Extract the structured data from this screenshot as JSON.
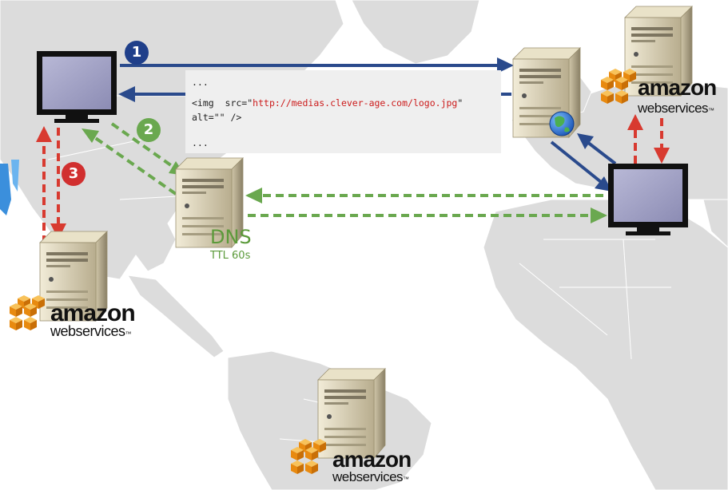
{
  "diagram": {
    "steps": [
      {
        "label": "1",
        "color": "#1f3f8a"
      },
      {
        "label": "2",
        "color": "#6aa84f"
      },
      {
        "label": "3",
        "color": "#d12f2f"
      }
    ],
    "code": {
      "line1": "...",
      "line2_prefix": "<img  src=\"",
      "line2_url": "http://medias.clever-age.com/logo.jpg",
      "line2_suffix": "\"",
      "line3": "alt=\"\" />",
      "line4": "..."
    },
    "dns": {
      "label": "DNS",
      "ttl": "TTL 60s"
    },
    "aws": {
      "word": "amazon",
      "sub": "webservices",
      "tm": "™"
    },
    "colors": {
      "blue_arrow": "#2a4a8c",
      "green_arrow": "#6aa84f",
      "red_arrow": "#d83a30",
      "map_land": "#dcdcdc",
      "aws_orange": "#f4a01c"
    }
  }
}
